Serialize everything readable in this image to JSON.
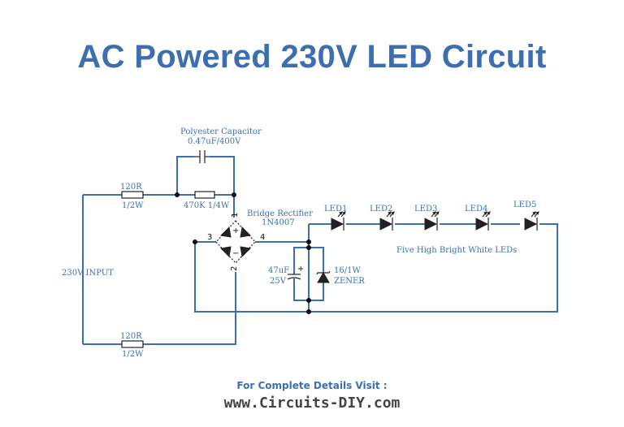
{
  "title": "AC Powered 230V LED Circuit",
  "components": {
    "capacitor_poly": {
      "name": "Polyester Capacitor",
      "value": "0.47uF/400V"
    },
    "resistor_top": {
      "name": "120R",
      "rating": "1/2W"
    },
    "resistor_bottom": {
      "name": "120R",
      "rating": "1/2W"
    },
    "resistor_bleed": {
      "label": "470K 1/4W"
    },
    "bridge": {
      "name": "Bridge Rectifier",
      "part": "1N4007",
      "pins": [
        "1",
        "2",
        "3",
        "4"
      ]
    },
    "cap_elec": {
      "value": "47uF",
      "voltage": "25V"
    },
    "zener": {
      "value": "16/1W",
      "type": "ZENER"
    },
    "leds": [
      "LED1",
      "LED2",
      "LED3",
      "LED4",
      "LED5"
    ],
    "led_caption": "Five High Bright White LEDs",
    "input": "230V INPUT"
  },
  "footer": {
    "line1": "For Complete Details Visit :",
    "line2": "www.Circuits-DIY.com"
  },
  "colors": {
    "accent": "#3d6fb0",
    "wire": "#3d6fb0"
  }
}
